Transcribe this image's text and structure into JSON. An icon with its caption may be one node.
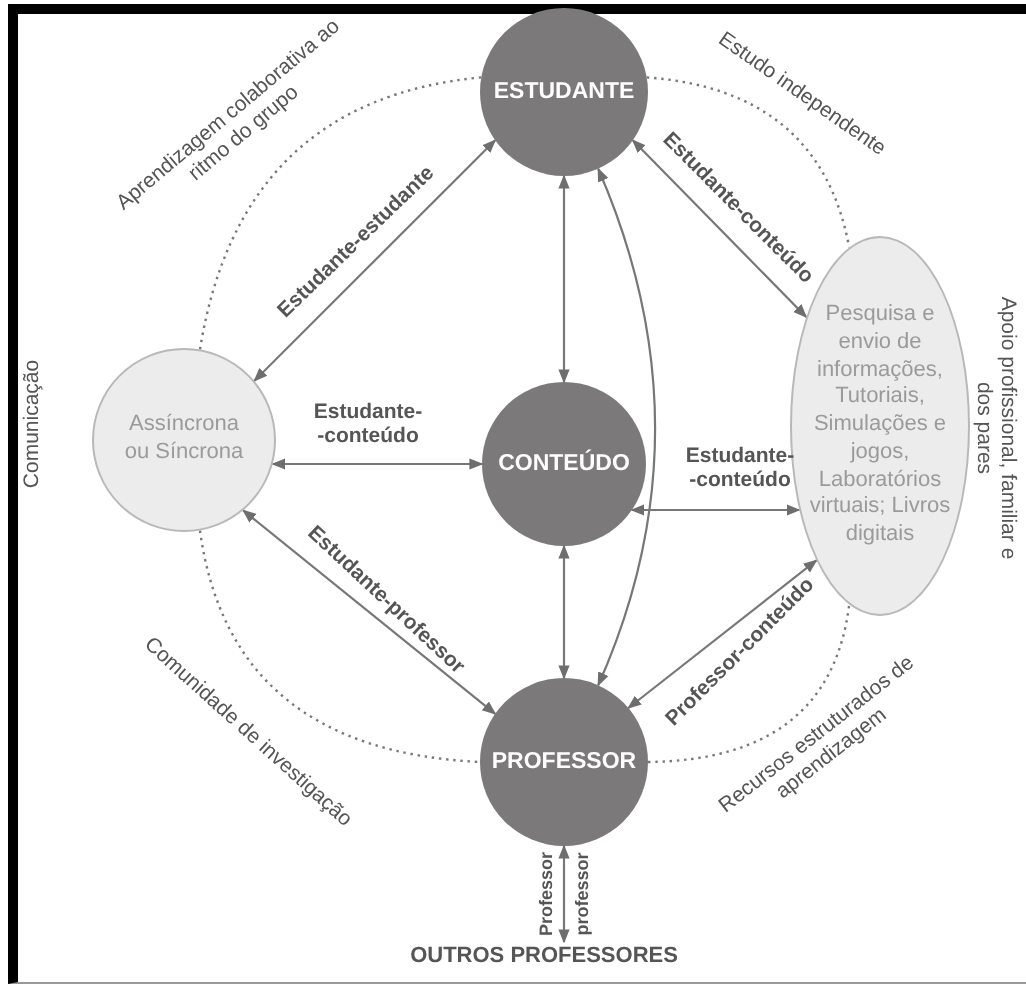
{
  "diagram": {
    "nodes": [
      {
        "text": [
          "ESTUDANTE"
        ]
      },
      {
        "text": [
          "Assíncrona ou Síncrona"
        ]
      },
      {
        "text": [
          "CONTEÚDO"
        ]
      },
      {
        "text": [
          "Pesquisa e envio de informações, Tutoriais, Simulações e jogos, Laboratórios virtuais; Livros digitais"
        ]
      },
      {
        "text": [
          "PROFESSOR"
        ]
      },
      {
        "text": [
          "OUTROS PROFESSORES"
        ]
      }
    ],
    "edges": [
      {
        "from": 0,
        "to": 1,
        "arrow": "both",
        "label": "Estudante-estudante"
      },
      {
        "from": 1,
        "to": 2,
        "arrow": "both",
        "label": "Estudante- -conteúdo"
      },
      {
        "from": 1,
        "to": 4,
        "arrow": "both",
        "label": "Estudante-professor"
      },
      {
        "from": 0,
        "to": 2,
        "arrow": "both"
      },
      {
        "from": 2,
        "to": 4,
        "arrow": "both"
      },
      {
        "from": 0,
        "to": 4,
        "arrow": "both"
      },
      {
        "from": 0,
        "to": 3,
        "arrow": "both",
        "label": "Estudante-conteúdo"
      },
      {
        "from": 2,
        "to": 3,
        "arrow": "both",
        "label": "Estudante- -conteúdo"
      },
      {
        "from": 4,
        "to": 3,
        "arrow": "both",
        "label": "Professor-conteúdo"
      },
      {
        "from": 4,
        "to": 5,
        "arrow": "both",
        "label": "Professor"
      },
      {
        "from": 0,
        "to": 1,
        "arrow": "none",
        "style": "dashed",
        "label": "Aprendizagem colaborativa ao ritmo do grupo"
      },
      {
        "from": 0,
        "to": 3,
        "arrow": "none",
        "style": "dashed",
        "label": "Estudo independente"
      },
      {
        "from": 1,
        "to": 4,
        "arrow": "none",
        "style": "dashed",
        "label": "Comunidade de investigação"
      },
      {
        "from": 4,
        "to": 3,
        "arrow": "none",
        "style": "dashed",
        "label": "Recursos estruturados de aprendizagem"
      }
    ],
    "labels": [
      "Comunicação",
      "Apoio profissional, familiar e dos pares",
      "professor"
    ]
  }
}
